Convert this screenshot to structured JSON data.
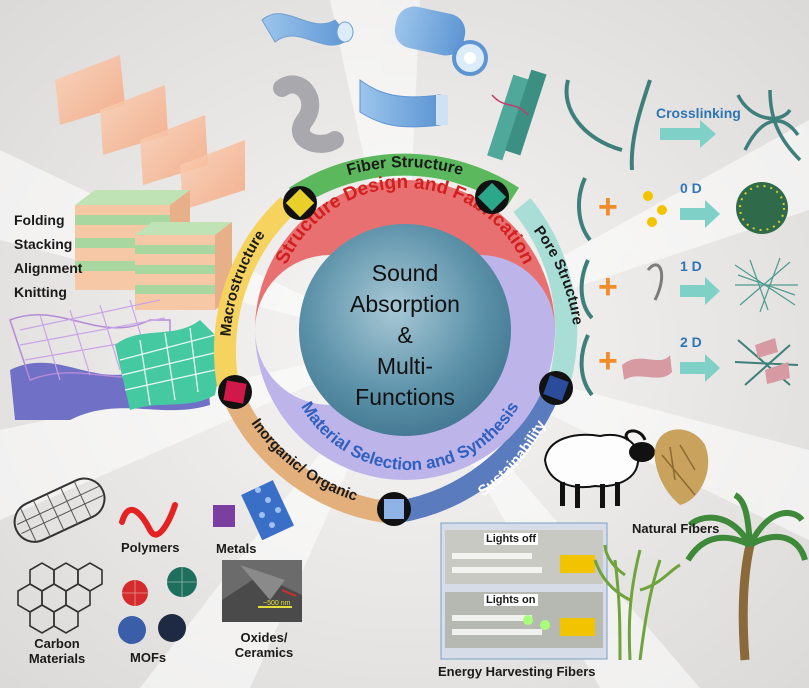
{
  "center": {
    "lines": [
      "Sound",
      "Absorption",
      "&",
      "Multi-",
      "Functions"
    ]
  },
  "inner_ring": {
    "top": "Structure Design and Fabrication",
    "bottom": "Material Selection and Synthesis"
  },
  "outer_ring": {
    "fiber_structure": "Fiber Structure",
    "pore_structure": "Pore Structure",
    "sustainability": "Sustainability",
    "inorganic_organic": "Inorganic/ Organic",
    "macrostructure": "Macrostructure"
  },
  "macro_methods": [
    "Folding",
    "Stacking",
    "Alignment",
    "Knitting"
  ],
  "pore_panel": {
    "crosslinking": "Crosslinking",
    "dims": [
      "0 D",
      "1 D",
      "2 D"
    ]
  },
  "materials": {
    "polymers": "Polymers",
    "metals": "Metals",
    "carbon": [
      "Carbon",
      "Materials"
    ],
    "mofs": "MOFs",
    "oxides": [
      "Oxides/",
      "Ceramics"
    ],
    "sem_scale": "~500 nm"
  },
  "sustainability_panel": {
    "lights_off": "Lights off",
    "lights_on": "Lights on",
    "energy": "Energy Harvesting Fibers",
    "natural": "Natural Fibers"
  },
  "colors": {
    "fiber_arc": "#5cb85c",
    "pore_arc": "#9fd9d0",
    "sustain_arc": "#5b7bbf",
    "inorganic_arc": "#d9a066",
    "macro_arc": "#f2c94c",
    "inner_top": "#e46b6b",
    "inner_bottom": "#b8b2e6",
    "core": "#3f7e99",
    "accent_blue": "#2e75b6",
    "plus": "#f28c28"
  },
  "icons": [
    "yellow-square-icon",
    "teal-square-icon",
    "navy-square-icon",
    "light-blue-square-icon",
    "crimson-square-icon"
  ]
}
